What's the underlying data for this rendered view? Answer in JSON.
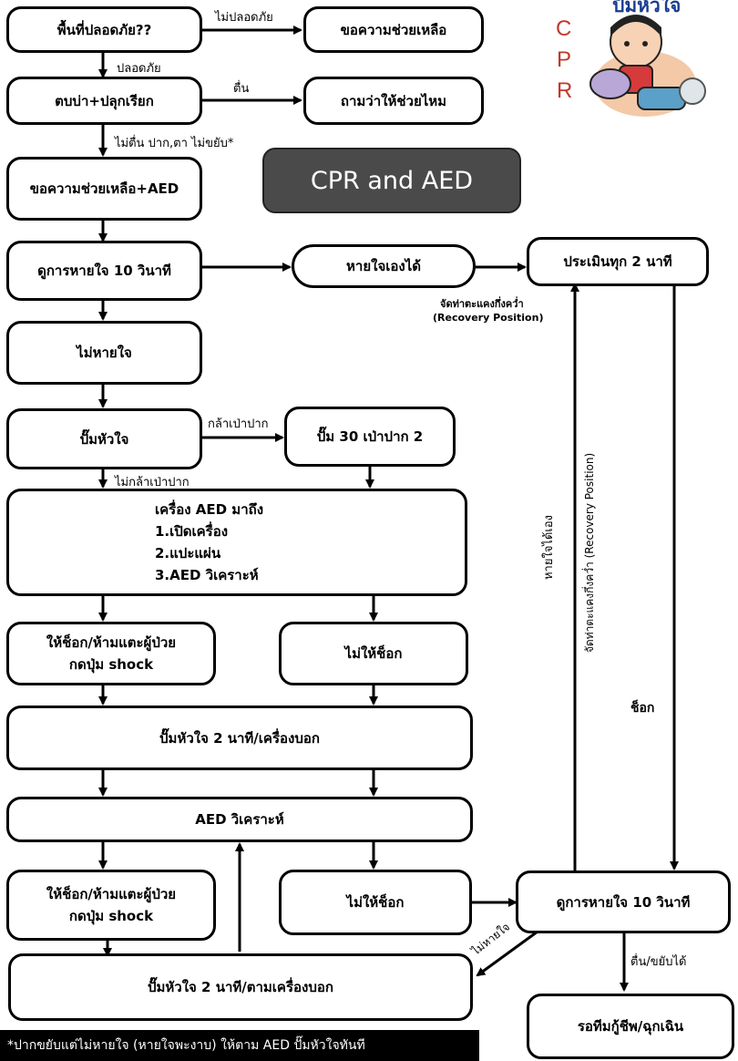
{
  "title": "CPR and AED",
  "logo": {
    "letters": [
      "C",
      "P",
      "R"
    ],
    "text": "ปั๊มหัวใจ"
  },
  "nodes": {
    "safe_check": "พื้นที่ปลอดภัย??",
    "call_help": "ขอความช่วยเหลือ",
    "tap_shoulder": "ตบบ่า+ปลุกเรียก",
    "ask_help": "ถามว่าให้ช่วยไหม",
    "call_aed": "ขอความช่วยเหลือ+AED",
    "check_breath_1": "ดูการหายใจ 10 วินาที",
    "breathing": "หายใจเองได้",
    "assess": "ประเมินทุก 2 นาที",
    "not_breathing": "ไม่หายใจ",
    "cpr": "ปั๊มหัวใจ",
    "cpr_30_2": "ปั๊ม 30 เป่าปาก 2",
    "aed_arrives": {
      "line1": "เครื่อง AED มาถึง",
      "line2": "1.เปิดเครื่อง",
      "line3": "2.แปะแผ่น",
      "line4": "3.AED วิเคราะห์"
    },
    "shock_1": {
      "line1": "ให้ช็อก/ห้ามแตะผู้ป่วย",
      "line2": "กดปุ่ม shock"
    },
    "no_shock_1": "ไม่ให้ช็อก",
    "cpr_2min_1": "ปั๊มหัวใจ 2 นาที/เครื่องบอก",
    "aed_analyze": "AED วิเคราะห์",
    "shock_2": {
      "line1": "ให้ช็อก/ห้ามแตะผู้ป่วย",
      "line2": "กดปุ่ม shock"
    },
    "no_shock_2": "ไม่ให้ช็อก",
    "check_breath_2": "ดูการหายใจ 10 วินาที",
    "cpr_2min_2": "ปั๊มหัวใจ 2 นาที/ตามเครื่องบอก",
    "wait_ems": "รอทีมกู้ชีพ/ฉุกเฉิน"
  },
  "edge_labels": {
    "unsafe": "ไม่ปลอดภัย",
    "safe": "ปลอดภัย",
    "awake": "ตื่น",
    "not_awake": "ไม่ตื่น ปาก,ตา ไม่ขยับ*",
    "recovery_position": "จัดท่าตะแคงกึ่งคว่ำ",
    "recovery_position_en": "(Recovery Position)",
    "dare_mouth": "กล้าเป่าปาก",
    "not_dare_mouth": "ไม่กล้าเป่าปาก",
    "breathing_self": "หายใจได้เอง",
    "recovery_vertical": "จัดท่าตะแคงกึ่งคว่ำ (Recovery Position)",
    "shock": "ช็อก",
    "not_breathing": "ไม่หายใจ",
    "awake_moving": "ตื่น/ขยับได้"
  },
  "footer": "*ปากขยับแต่ไม่หายใจ (หายใจพะงาบ) ให้ตาม AED ปั๊มหัวใจทันที",
  "colors": {
    "logo_letters": "#c0392b",
    "title_bg": "#4a4a4a"
  }
}
